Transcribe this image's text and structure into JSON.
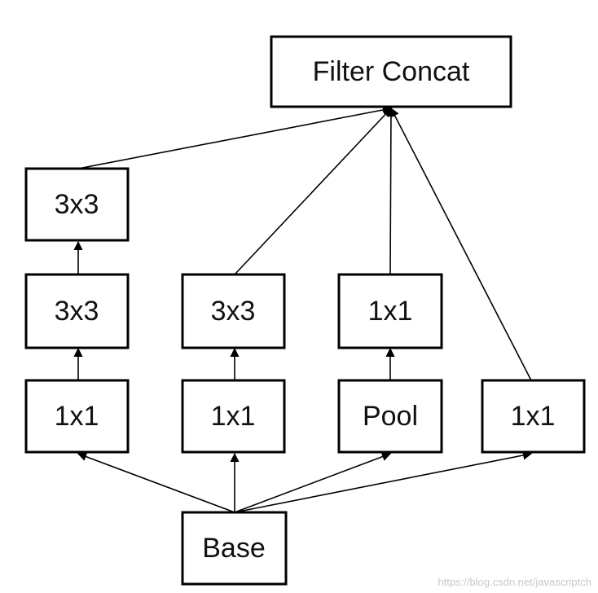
{
  "nodes": {
    "filter_concat": "Filter Concat",
    "b1_top_3x3": "3x3",
    "b1_mid_3x3": "3x3",
    "b1_bot_1x1": "1x1",
    "b2_top_3x3": "3x3",
    "b2_bot_1x1": "1x1",
    "b3_top_1x1": "1x1",
    "b3_pool": "Pool",
    "b4_1x1": "1x1",
    "base": "Base"
  },
  "watermark": "https://blog.csdn.net/javascriptch",
  "colors": {
    "stroke": "#000000",
    "background": "#ffffff",
    "watermark": "#c8c8c8"
  }
}
